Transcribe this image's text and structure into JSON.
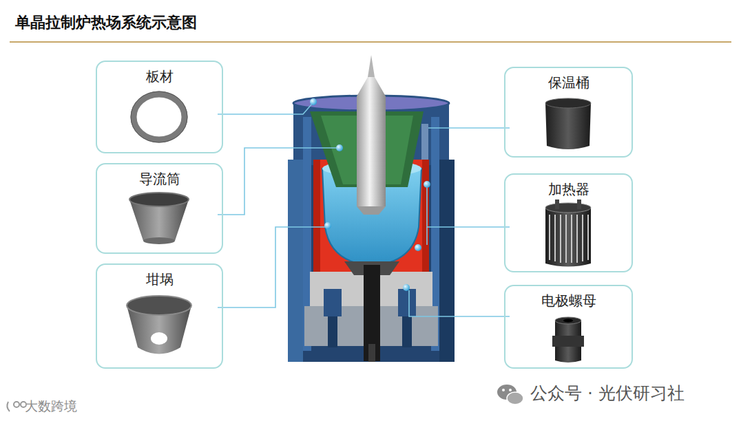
{
  "diagram": {
    "title": "单晶拉制炉热场系统示意图",
    "nodes": [
      {
        "text": [
          "板材"
        ]
      },
      {
        "text": [
          "导流筒"
        ]
      },
      {
        "text": [
          "坩埚"
        ]
      },
      {
        "text": [
          "保温桶"
        ]
      },
      {
        "text": [
          "加热器"
        ]
      },
      {
        "text": [
          "电极螺母"
        ]
      }
    ],
    "labels": [
      "大数跨境",
      "公众号 · 光伏研习社"
    ]
  }
}
